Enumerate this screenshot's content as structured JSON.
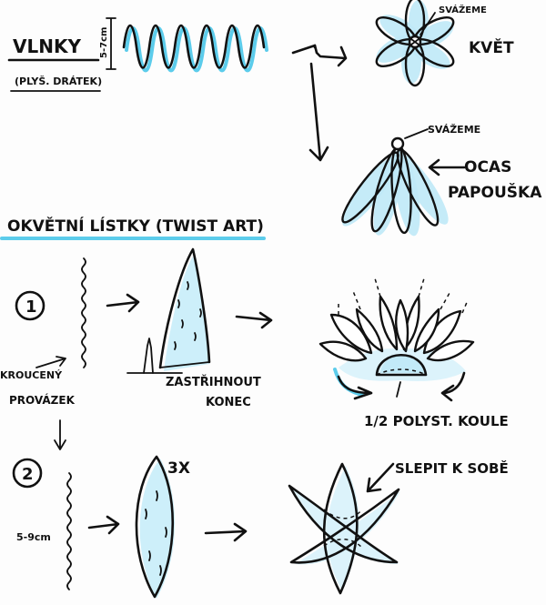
{
  "texts": {
    "vlnky": "VLNKY",
    "plys_dratek": "(PLYŠ. DRÁTEK)",
    "size_5_7cm": "5-7cm",
    "svazeme_top": "SVÁŽEME",
    "kvet": "KVĚT",
    "svazeme_tail": "SVÁŽEME",
    "ocas": "OCAS",
    "papouska": "PAPOUŠKA",
    "okvetni_listky": "OKVĚTNÍ LÍSTKY (TWIST ART)",
    "step1": "1",
    "kroucenny": "KROUCENÝ",
    "provazek": "PROVÁZEK",
    "zastrihnout": "ZASTŘIHNOUT",
    "konec": "KONEC",
    "polyst_koule": "1/2 POLYST. KOULE",
    "step2": "2",
    "size_5_9cm": "5-9cm",
    "times3": "3X",
    "slepit": "SLEPIT K SOBĚ"
  },
  "colors": {
    "ink": "#111111",
    "accent": "#3fc3e8",
    "accent_fill": "#bfe9f7"
  }
}
